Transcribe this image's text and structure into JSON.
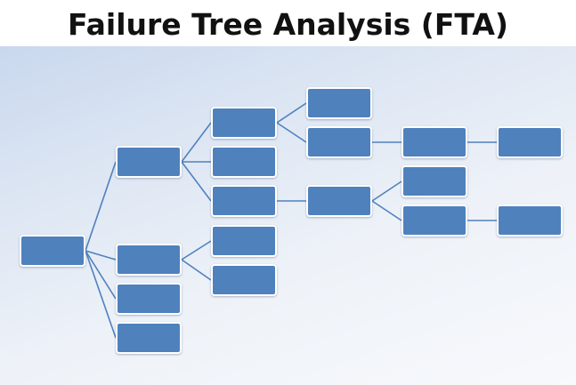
{
  "slide": {
    "title": "Failure Tree Analysis (FTA)"
  },
  "colors": {
    "node_fill": "#4f81bd",
    "node_border": "#ffffff",
    "connector": "#4f81bd",
    "background_top_left": "#c9d8ee",
    "background_bottom_right": "#f7f9fc",
    "title_text": "#111111"
  },
  "tree": {
    "nodes": [
      {
        "id": "root"
      },
      {
        "id": "l1-a"
      },
      {
        "id": "l1-b"
      },
      {
        "id": "l1-c"
      },
      {
        "id": "l1-d"
      },
      {
        "id": "l2-a"
      },
      {
        "id": "l2-b"
      },
      {
        "id": "l2-c"
      },
      {
        "id": "l2-d"
      },
      {
        "id": "l2-e"
      },
      {
        "id": "l3-a"
      },
      {
        "id": "l3-b"
      },
      {
        "id": "l3-c"
      },
      {
        "id": "l4-a"
      },
      {
        "id": "l4-b"
      },
      {
        "id": "l4-c"
      },
      {
        "id": "l5-a"
      },
      {
        "id": "l5-b"
      }
    ],
    "edges": [
      {
        "from": "root",
        "to": "l1-a"
      },
      {
        "from": "root",
        "to": "l1-b"
      },
      {
        "from": "root",
        "to": "l1-c"
      },
      {
        "from": "root",
        "to": "l1-d"
      },
      {
        "from": "l1-a",
        "to": "l2-a"
      },
      {
        "from": "l1-a",
        "to": "l2-b"
      },
      {
        "from": "l1-a",
        "to": "l2-c"
      },
      {
        "from": "l1-b",
        "to": "l2-d"
      },
      {
        "from": "l1-b",
        "to": "l2-e"
      },
      {
        "from": "l2-a",
        "to": "l3-a"
      },
      {
        "from": "l2-a",
        "to": "l3-b"
      },
      {
        "from": "l2-c",
        "to": "l3-c"
      },
      {
        "from": "l3-b",
        "to": "l4-a"
      },
      {
        "from": "l3-c",
        "to": "l4-b"
      },
      {
        "from": "l3-c",
        "to": "l4-c"
      },
      {
        "from": "l4-a",
        "to": "l5-a"
      },
      {
        "from": "l4-c",
        "to": "l5-b"
      }
    ]
  }
}
